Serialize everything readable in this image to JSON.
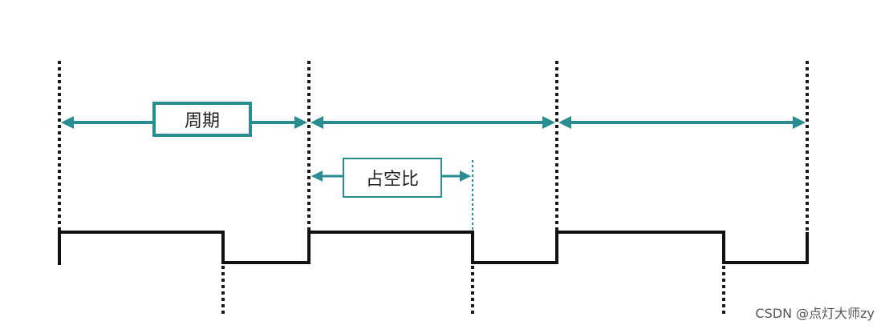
{
  "labels": {
    "period": "周期",
    "duty_cycle": "占空比"
  },
  "watermark": "CSDN @点灯大师zy",
  "colors": {
    "accent": "#2a8d92",
    "wave": "#111111"
  }
}
